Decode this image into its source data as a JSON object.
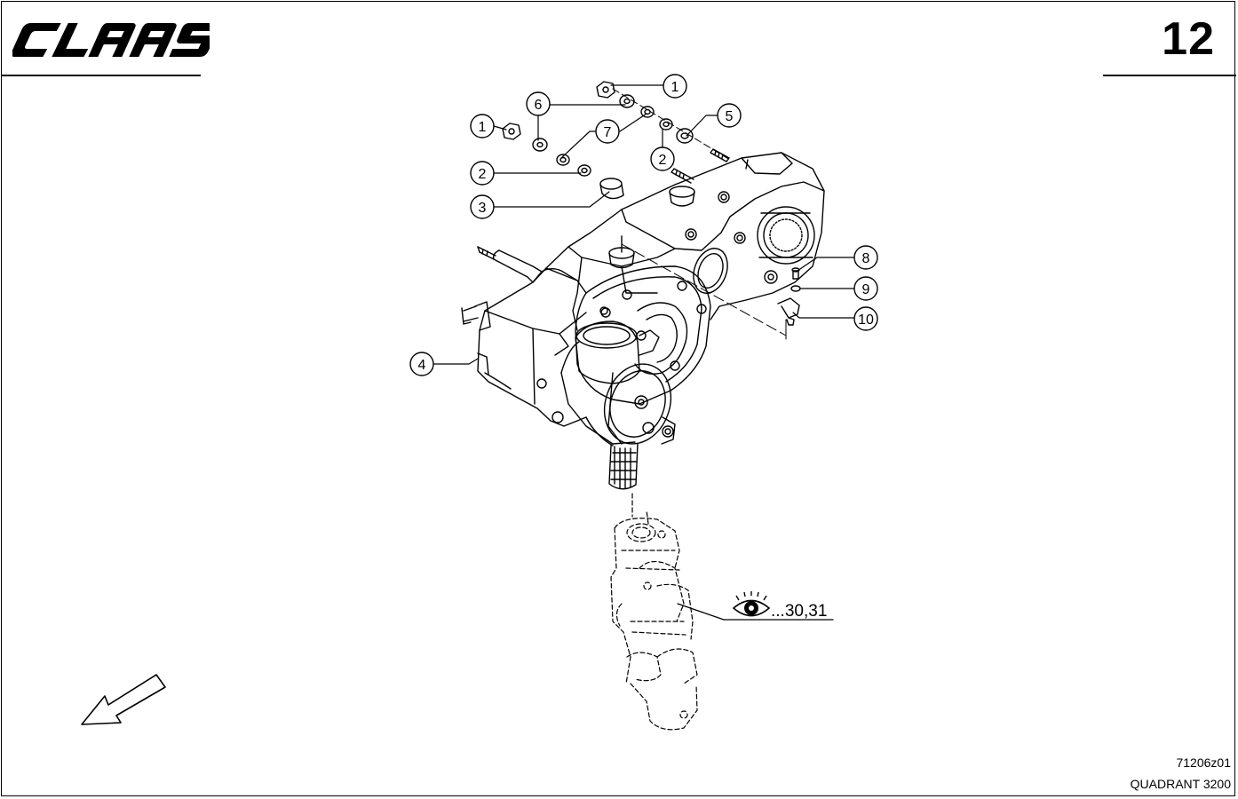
{
  "header": {
    "brand": "CLAAS",
    "page_number": "12"
  },
  "callouts": [
    {
      "label": "1"
    },
    {
      "label": "6"
    },
    {
      "label": "1"
    },
    {
      "label": "7"
    },
    {
      "label": "5"
    },
    {
      "label": "2"
    },
    {
      "label": "2"
    },
    {
      "label": "3"
    },
    {
      "label": "8"
    },
    {
      "label": "9"
    },
    {
      "label": "10"
    },
    {
      "label": "4"
    }
  ],
  "reference": {
    "icon": "eye-icon",
    "text": "...30,31"
  },
  "footer": {
    "drawing_code": "71206z01",
    "model": "QUADRANT 3200"
  },
  "colors": {
    "ink": "#000000",
    "paper": "#ffffff"
  }
}
